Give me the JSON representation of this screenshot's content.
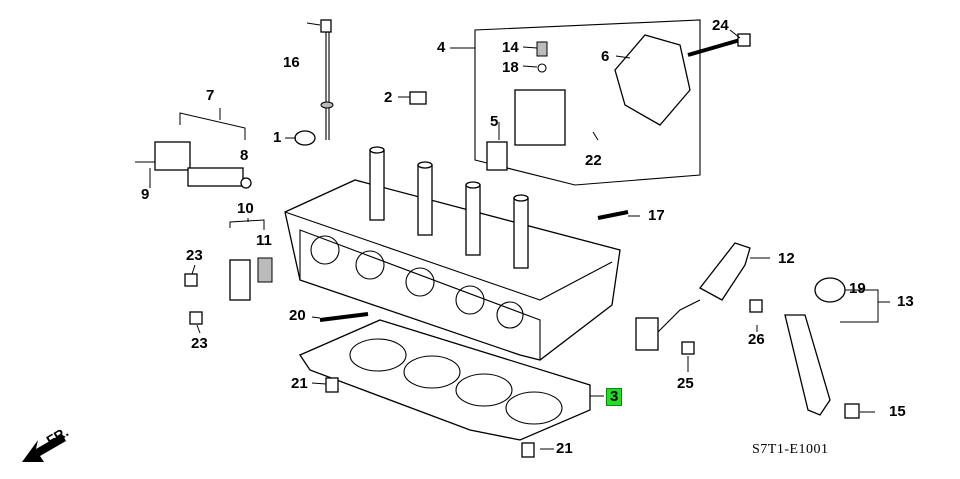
{
  "labels": {
    "p1": "1",
    "p2": "2",
    "p3": "3",
    "p4": "4",
    "p5": "5",
    "p6": "6",
    "p7": "7",
    "p8": "8",
    "p9": "9",
    "p10": "10",
    "p11": "11",
    "p12": "12",
    "p13": "13",
    "p14": "14",
    "p15": "15",
    "p16": "16",
    "p17": "17",
    "p18": "18",
    "p19": "19",
    "p20": "20",
    "p21a": "21",
    "p21b": "21",
    "p22": "22",
    "p23a": "23",
    "p23b": "23",
    "p24": "24",
    "p25": "25",
    "p26": "26"
  },
  "diagram_code": "S7T1-E1001",
  "direction": "FR.",
  "highlight_color": "#22dd22"
}
